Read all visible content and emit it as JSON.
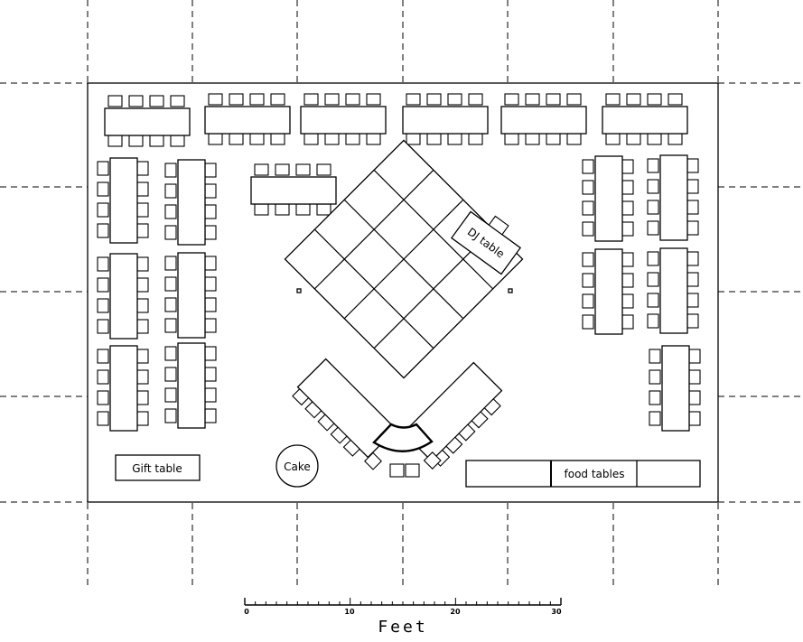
{
  "labels": {
    "dj_table": "DJ table",
    "gift_table": "Gift table",
    "cake": "Cake",
    "food_tables": "food tables"
  },
  "scale": {
    "unit": "Feet",
    "ticks": [
      "0",
      "10",
      "20",
      "30"
    ]
  },
  "banquet_tables": [
    {
      "id": "top-1"
    },
    {
      "id": "top-2"
    },
    {
      "id": "top-3"
    },
    {
      "id": "top-4"
    },
    {
      "id": "top-5"
    },
    {
      "id": "top-6"
    },
    {
      "id": "upper-center"
    },
    {
      "id": "left-col1-1"
    },
    {
      "id": "left-col1-2"
    },
    {
      "id": "left-col1-3"
    },
    {
      "id": "left-col2-1"
    },
    {
      "id": "left-col2-2"
    },
    {
      "id": "left-col2-3"
    },
    {
      "id": "right-col1-1"
    },
    {
      "id": "right-col1-2"
    },
    {
      "id": "right-col2-1"
    },
    {
      "id": "right-col2-2"
    },
    {
      "id": "right-col2-3"
    }
  ],
  "dance_floor": {
    "rows": 4,
    "cols": 4
  }
}
